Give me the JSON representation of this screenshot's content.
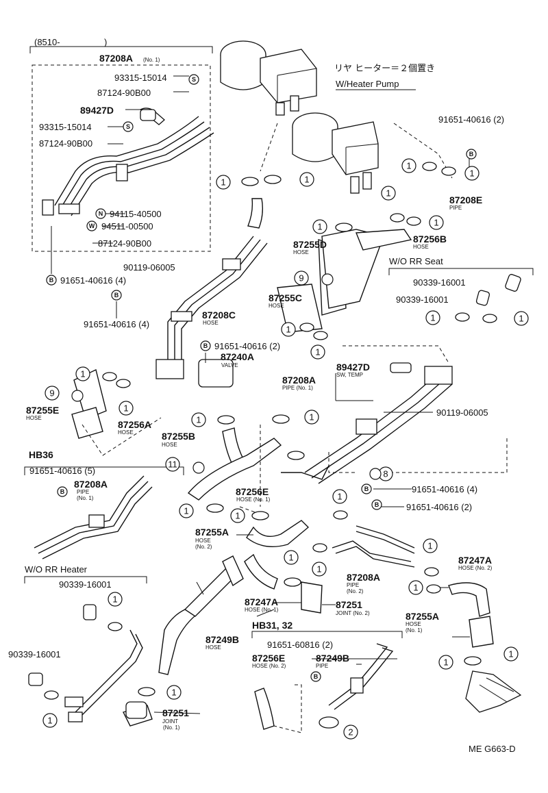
{
  "diagram_code": "ME G663-D",
  "frame_top": {
    "model_code": "(8510-",
    "close_paren": ")"
  },
  "sections": {
    "rear_heater_note": "リヤ ヒーター＝２個置き",
    "heater_pump": "W/Heater Pump",
    "wo_rr_seat": "W/O RR Seat",
    "hb36": "HB36",
    "wo_rr_heater": "W/O RR Heater",
    "hb31_32": "HB31, 32"
  },
  "parts": {
    "p87208a_no1_top": "87208A",
    "p87208a_no1_top_sub": "(No. 1)",
    "p93315_a": "93315-15014",
    "p87124_a": "87124-90B00",
    "p89427d_a": "89427D",
    "p93315_b": "93315-15014",
    "p87124_b": "87124-90B00",
    "p94115": "94115-40500",
    "p94511": "94511-00500",
    "p87124_c": "87124-90B00",
    "p90119_a": "90119-06005",
    "p91651_a": "91651-40616 (4)",
    "p91651_b": "91651-40616 (4)",
    "p87208c": "87208C",
    "p87208c_sub": "HOSE",
    "p91651_c": "91651-40616 (2)",
    "p87240a": "87240A",
    "p87240a_sub": "VALVE",
    "p87255e": "87255E",
    "p87255e_sub": "HOSE",
    "p87256a": "87256A",
    "p87256a_sub": "HOSE",
    "p87255b": "87255B",
    "p87255b_sub": "HOSE",
    "p91651_hb36": "91651-40616 (5)",
    "p87208a_hb36": "87208A",
    "p87208a_hb36_sub1": "PIPE",
    "p87208a_hb36_sub2": "(No. 1)",
    "p90339_wo_a": "90339-16001",
    "p90339_wo_b": "90339-16001",
    "p87249b_a": "87249B",
    "p87249b_a_sub": "HOSE",
    "p87251_a": "87251",
    "p87251_a_sub1": "JOINT",
    "p87251_a_sub2": "(No. 1)",
    "p87256e_a": "87256E",
    "p87256e_a_sub": "HOSE (No. 1)",
    "p87255a_a": "87255A",
    "p87255a_a_sub1": "HOSE",
    "p87255a_a_sub2": "(No. 2)",
    "p87247a_a": "87247A",
    "p87247a_a_sub": "HOSE (No. 1)",
    "p87251_b": "87251",
    "p87251_b_sub": "JOINT (No. 2)",
    "p91651_60816": "91651-60816 (2)",
    "p87256e_b": "87256E",
    "p87256e_b_sub": "HOSE (No. 2)",
    "p87249b_b": "87249B",
    "p87249b_b_sub": "PIPE",
    "p91651_top_right": "91651-40616 (2)",
    "p87208e": "87208E",
    "p87208e_sub": "PIPE",
    "p87255d": "87255D",
    "p87255d_sub": "HOSE",
    "p87256b": "87256B",
    "p87256b_sub": "HOSE",
    "p87255c": "87255C",
    "p87255c_sub": "HOSE",
    "p90339_seat_a": "90339-16001",
    "p90339_seat_b": "90339-16001",
    "p89427d_b": "89427D",
    "p89427d_b_sub": "SW, TEMP",
    "p87208a_right": "87208A",
    "p87208a_right_sub": "PIPE (No. 1)",
    "p90119_b": "90119-06005",
    "p91651_right_a": "91651-40616 (4)",
    "p91651_right_b": "91651-40616 (2)",
    "p87208a_no2": "87208A",
    "p87208a_no2_sub1": "PIPE",
    "p87208a_no2_sub2": "(No. 2)",
    "p87247a_b": "87247A",
    "p87247a_b_sub": "HOSE (No. 2)",
    "p87255a_b": "87255A",
    "p87255a_b_sub1": "HOSE",
    "p87255a_b_sub2": "(No. 1)"
  },
  "callouts": {
    "one": "1",
    "two": "2",
    "eight": "8",
    "nine": "9",
    "eleven": "11",
    "s": "S",
    "n": "N",
    "w": "W",
    "b": "B"
  }
}
